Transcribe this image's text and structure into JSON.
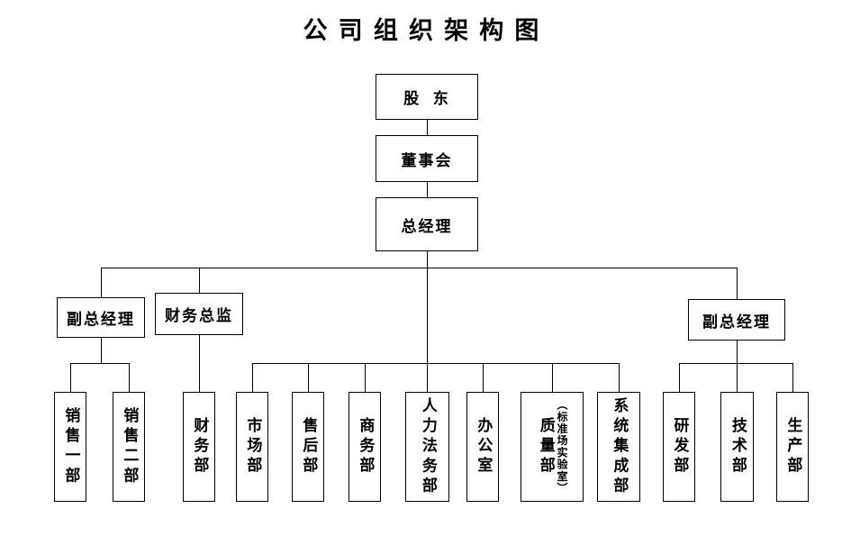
{
  "title": "公司组织架构图",
  "nodes": {
    "shareholders": {
      "label": "股  东"
    },
    "board": {
      "label": "董事会"
    },
    "general_manager": {
      "label": "总经理"
    },
    "deputy_gm_left": {
      "label": "副总经理"
    },
    "finance_director": {
      "label": "财务总监"
    },
    "deputy_gm_right": {
      "label": "副总经理"
    },
    "sales_dept_1": {
      "label": "销售一部"
    },
    "sales_dept_2": {
      "label": "销售二部"
    },
    "finance_dept": {
      "label": "财务部"
    },
    "marketing_dept": {
      "label": "市场部"
    },
    "aftersales_dept": {
      "label": "售后部"
    },
    "commerce_dept": {
      "label": "商务部"
    },
    "hr_legal_dept": {
      "label": "人力法务部"
    },
    "office": {
      "label": "办公室"
    },
    "quality_dept": {
      "label": "质量部",
      "sublabel": "（标准场实验室）"
    },
    "system_integration_dept": {
      "label": "系统集成部"
    },
    "rd_dept": {
      "label": "研发部"
    },
    "tech_dept": {
      "label": "技术部"
    },
    "production_dept": {
      "label": "生产部"
    }
  },
  "colors": {
    "background": "#ffffff",
    "border": "#000000",
    "line": "#000000",
    "text": "#000000"
  }
}
